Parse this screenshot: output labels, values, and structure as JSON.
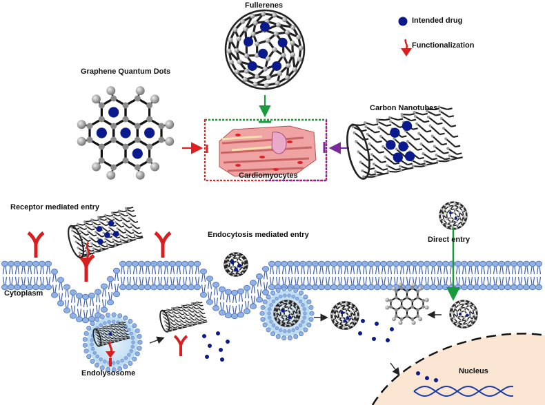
{
  "labels": {
    "fullerenes": "Fullerenes",
    "graphene_qd": "Graphene Quantum Dots",
    "carbon_nanotubes": "Carbon Nanotubes",
    "cardiomyocytes": "Cardiomyocytes",
    "receptor_entry": "Receptor mediated entry",
    "endocytosis_entry": "Endocytosis mediated entry",
    "direct_entry": "Direct entry",
    "cytoplasm": "Cytoplasm",
    "endolysosome": "Endolysosome",
    "nucleus": "Nucleus"
  },
  "legend": {
    "drug": "Intended drug",
    "functionalization": "Functionalization"
  },
  "colors": {
    "drug": "#0a1a8c",
    "receptor": "#d61f1f",
    "membrane": "#8fb1e6",
    "membrane_tail": "#3a5fb0",
    "graphene_arrow": "#e02020",
    "fullerene_arrow": "#1a9a3c",
    "nanotube_arrow": "#7a2a9a",
    "nucleus_fill": "#fbe6d4",
    "tissue": "#e88a8a",
    "dna": "#1a3aa8"
  }
}
